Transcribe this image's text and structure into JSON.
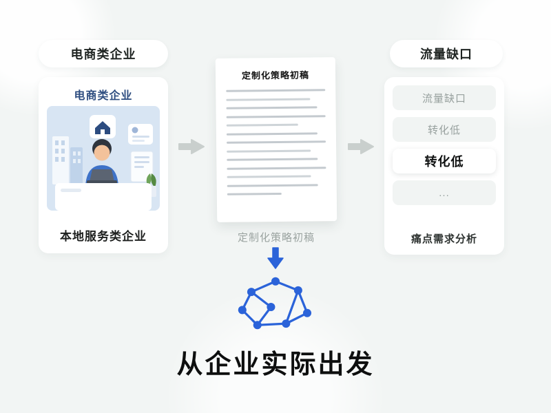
{
  "left_pill": {
    "label": "电商类企业"
  },
  "left_card": {
    "title": "电商类企业",
    "caption": "本地服务类企业",
    "illustration": "person-at-desk-with-laptop-buildings-plant"
  },
  "document": {
    "title": "定制化策略初稿",
    "caption": "定制化策略初稿"
  },
  "right_pill": {
    "label": "流量缺口"
  },
  "right_card": {
    "items": [
      {
        "label": "流量缺口",
        "highlight": false
      },
      {
        "label": "转化低",
        "highlight": false
      },
      {
        "label": "转化低",
        "highlight": true
      },
      {
        "label": "...",
        "highlight": false
      }
    ],
    "caption": "痛点需求分析"
  },
  "footer": {
    "title": "从企业实际出发"
  },
  "icons": {
    "arrow_right": "gray right arrow",
    "arrow_down": "blue down arrow",
    "network": "blue node-link network graph"
  },
  "colors": {
    "background": "#f2f5f4",
    "accent_blue": "#2b63d9",
    "arrow_gray": "#c9cfcd",
    "card_white": "#ffffff",
    "muted_text": "#97a09e",
    "illustration_bg": "#d8e5f3"
  }
}
